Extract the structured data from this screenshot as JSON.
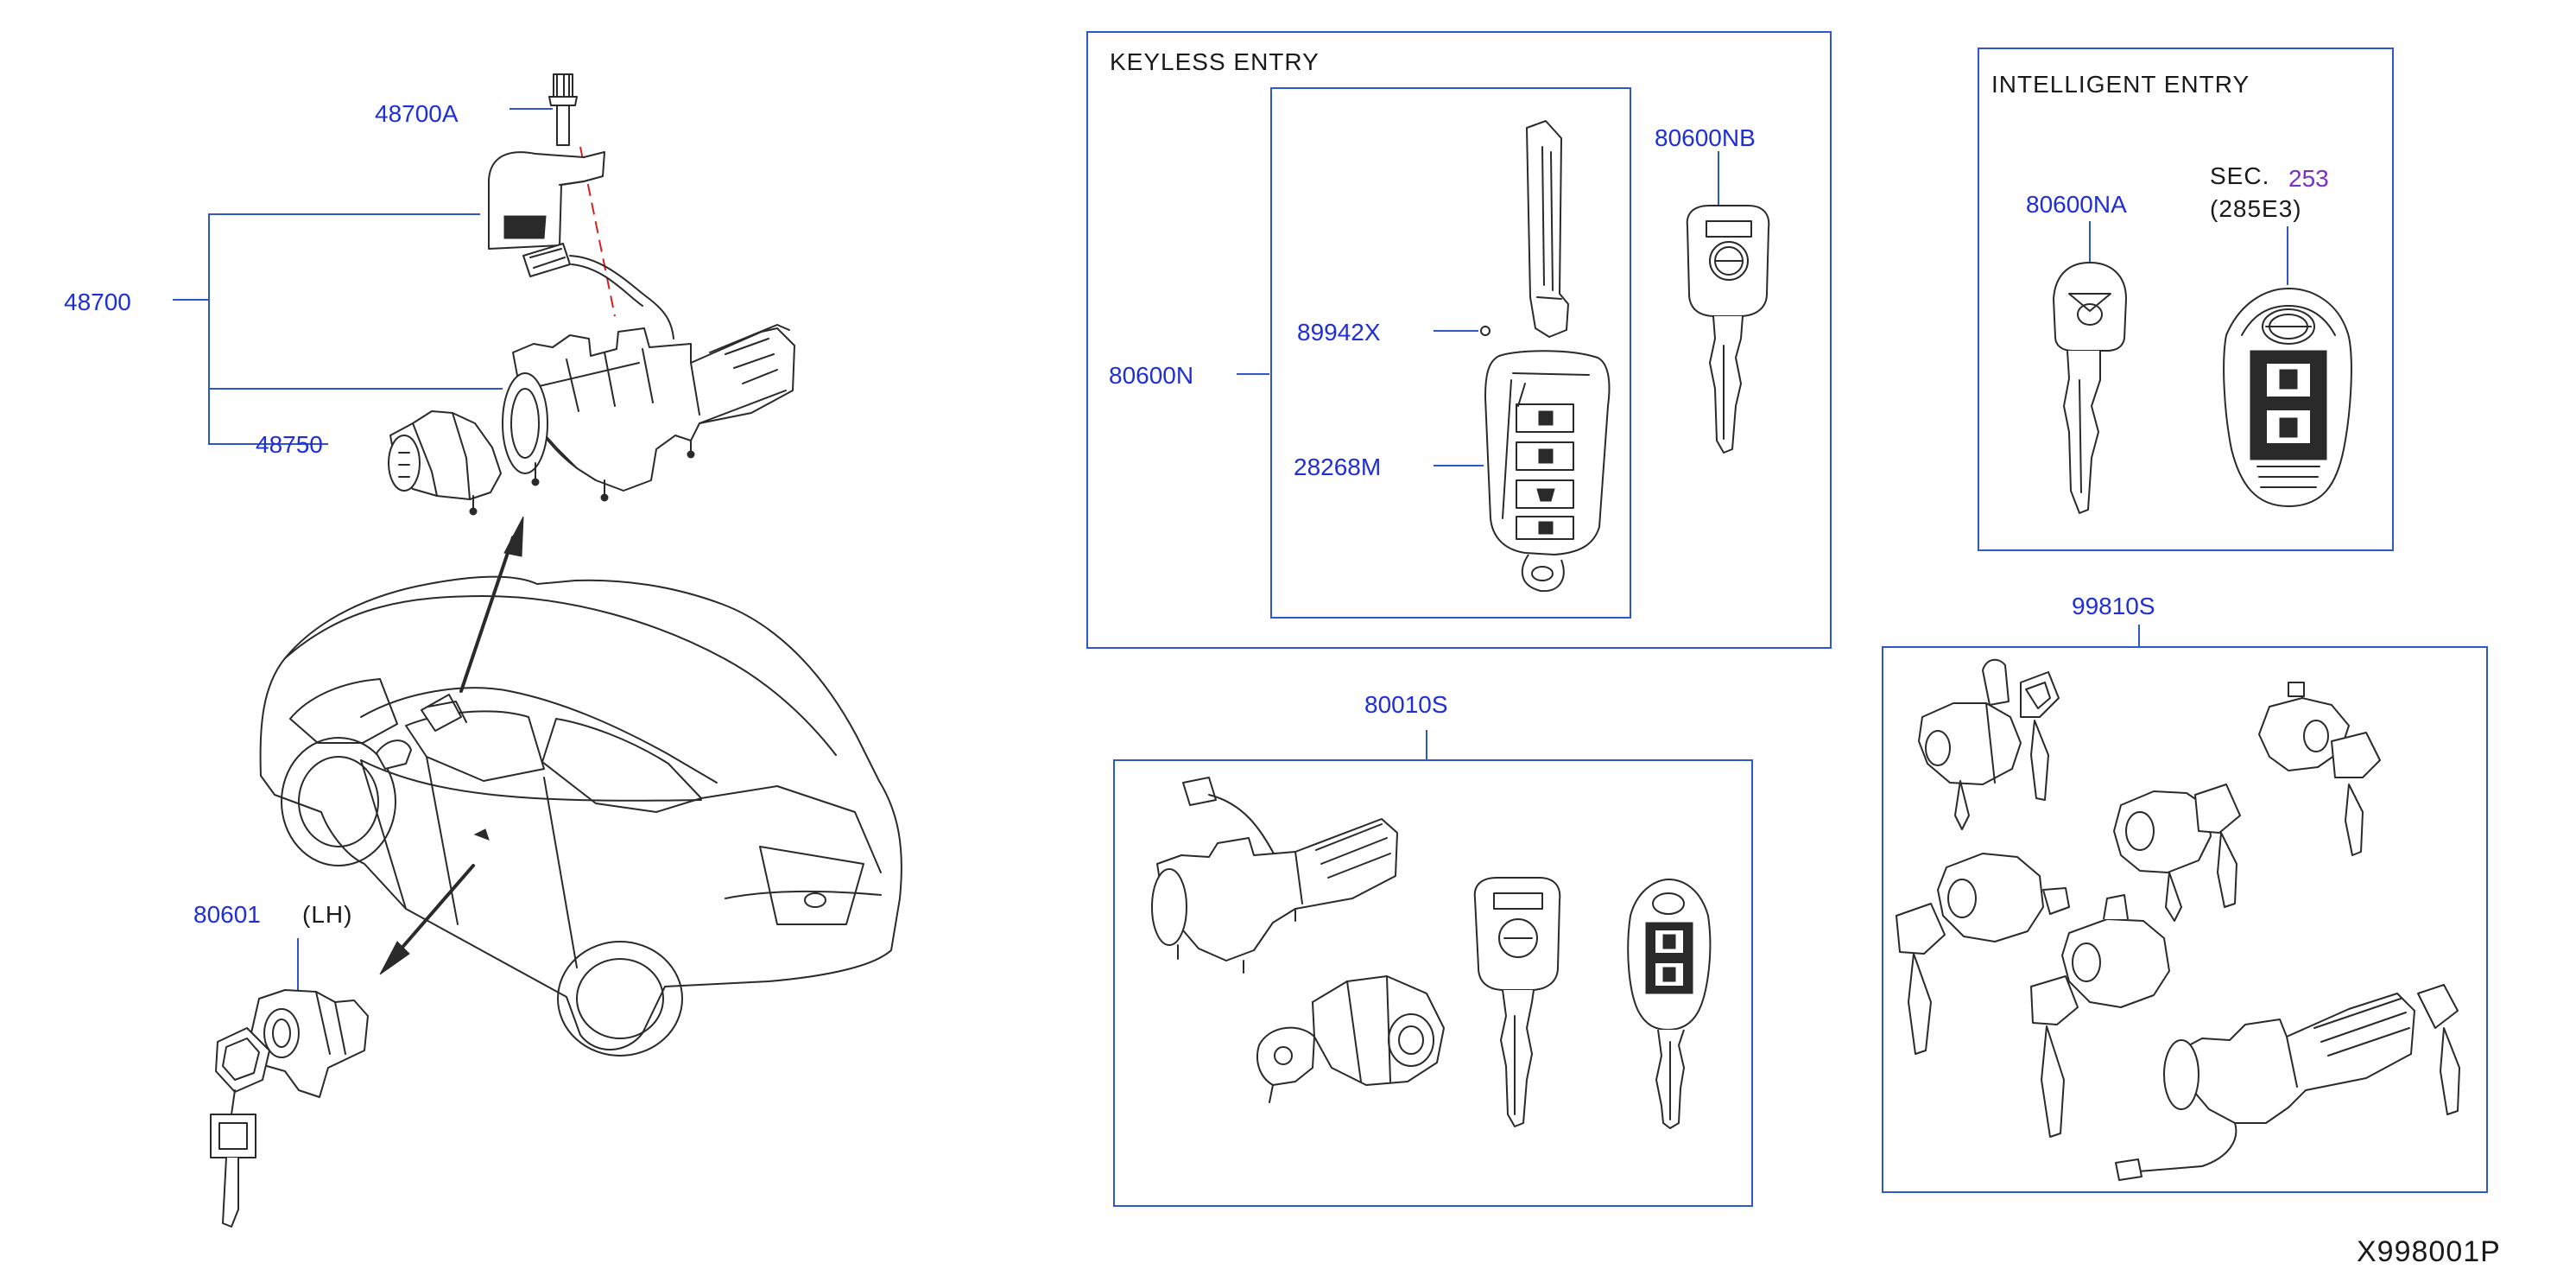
{
  "diagram": {
    "reference_code": "X998001P",
    "colors": {
      "label_blue": "#1f2fd6",
      "sec_purple": "#7a2fc4",
      "box_blue": "#2f57c7",
      "line_dark": "#2a2a2a",
      "guide_red": "#d62020"
    }
  },
  "sections": {
    "keyless_entry": {
      "title": "KEYLESS   ENTRY"
    },
    "intelligent_entry": {
      "title": "INTELLIGENT   ENTRY",
      "sec_prefix": "SEC.",
      "sec_number": "253",
      "sec_sub": "(285E3)"
    }
  },
  "parts": {
    "p48700A": "48700A",
    "p48700": "48700",
    "p48750": "48750",
    "p80601": "80601",
    "p80601_side": "(LH)",
    "p80600NB": "80600NB",
    "p89942X": "89942X",
    "p80600N": "80600N",
    "p28268M": "28268M",
    "p80600NA": "80600NA",
    "p80010S": "80010S",
    "p99810S": "99810S"
  }
}
